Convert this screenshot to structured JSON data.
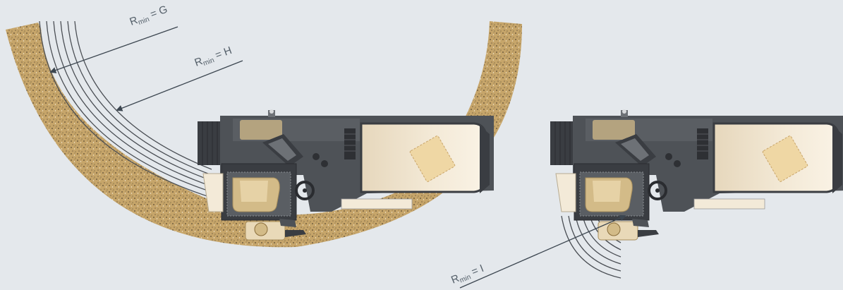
{
  "labels": {
    "g": {
      "r": "R",
      "sub": "min",
      "eq": " = G"
    },
    "h": {
      "r": "R",
      "sub": "min",
      "eq": " = H"
    },
    "i": {
      "r": "R",
      "sub": "min",
      "eq": " = I"
    }
  },
  "colors": {
    "background": "#e4e8ec",
    "rock": "#c6a56a",
    "rock_speck": "#5a4a32",
    "machine_dark": "#4e5257",
    "machine_darker": "#3a3d42",
    "machine_mid": "#6d7176",
    "cabin_light": "#f6eddb",
    "cabin_shade": "#e2d3b8",
    "beige_part": "#efe3c8",
    "seat_tan": "#d3bb88",
    "pointer_line": "#3c4650",
    "belt_stroke": "#4a4e54"
  }
}
